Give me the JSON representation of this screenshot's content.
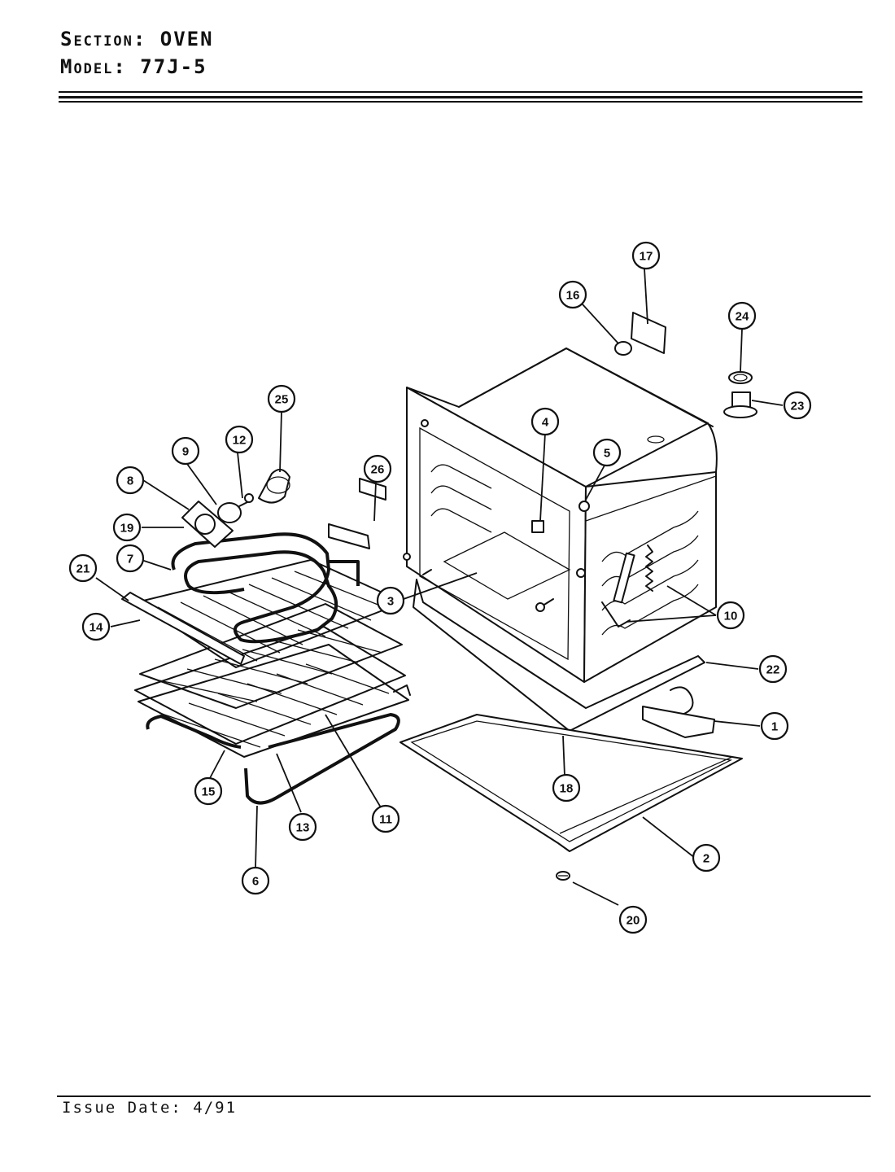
{
  "header": {
    "section_label": "Section:",
    "section_value": "OVEN",
    "model_label": "Model:",
    "model_value": "77J-5"
  },
  "footer": {
    "issue_date": "Issue Date: 4/91"
  },
  "callouts": [
    "1",
    "2",
    "3",
    "4",
    "5",
    "6",
    "7",
    "8",
    "9",
    "10",
    "11",
    "12",
    "13",
    "14",
    "15",
    "16",
    "17",
    "18",
    "19",
    "20",
    "21",
    "22",
    "23",
    "24",
    "25",
    "26"
  ]
}
